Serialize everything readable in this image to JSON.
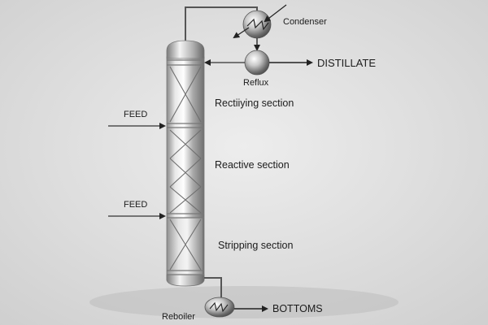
{
  "labels": {
    "condenser": "Condenser",
    "reflux": "Reflux",
    "distillate": "DISTILLATE",
    "rectifying": "Rectiiying section",
    "reactive": "Reactive section",
    "stripping": "Stripping section",
    "feed_upper": "FEED",
    "feed_lower": "FEED",
    "reboiler": "Reboiler",
    "bottoms": "BOTTOMS"
  },
  "colors": {
    "background": "#dcdcdc",
    "line": "#2a2a2a",
    "steel": "#b8b8b8"
  }
}
